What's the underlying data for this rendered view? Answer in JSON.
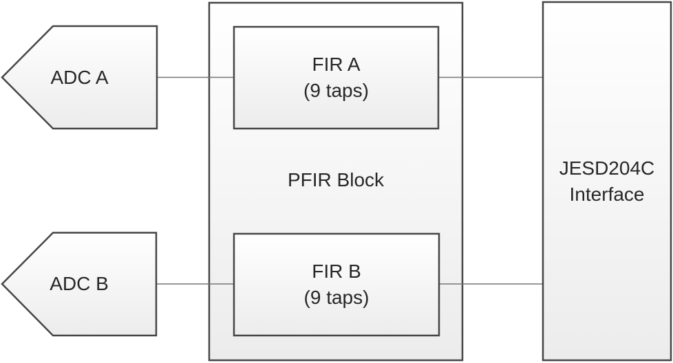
{
  "shapes": {
    "adc_a": {
      "label": "ADC A"
    },
    "adc_b": {
      "label": "ADC B"
    },
    "pfir_block": {
      "label": "PFIR Block"
    },
    "fir_a": {
      "label": "FIR A",
      "taps": "(9 taps)"
    },
    "fir_b": {
      "label": "FIR B",
      "taps": "(9 taps)"
    },
    "jesd_interface": {
      "line1": "JESD204C",
      "line2": "Interface"
    }
  },
  "colors": {
    "shape_border": "#454545",
    "connector_line": "#757575",
    "fill_gradient_top": "#ffffff",
    "fill_gradient_bottom": "#ececec",
    "text": "#262626",
    "background": "#ffffff"
  }
}
